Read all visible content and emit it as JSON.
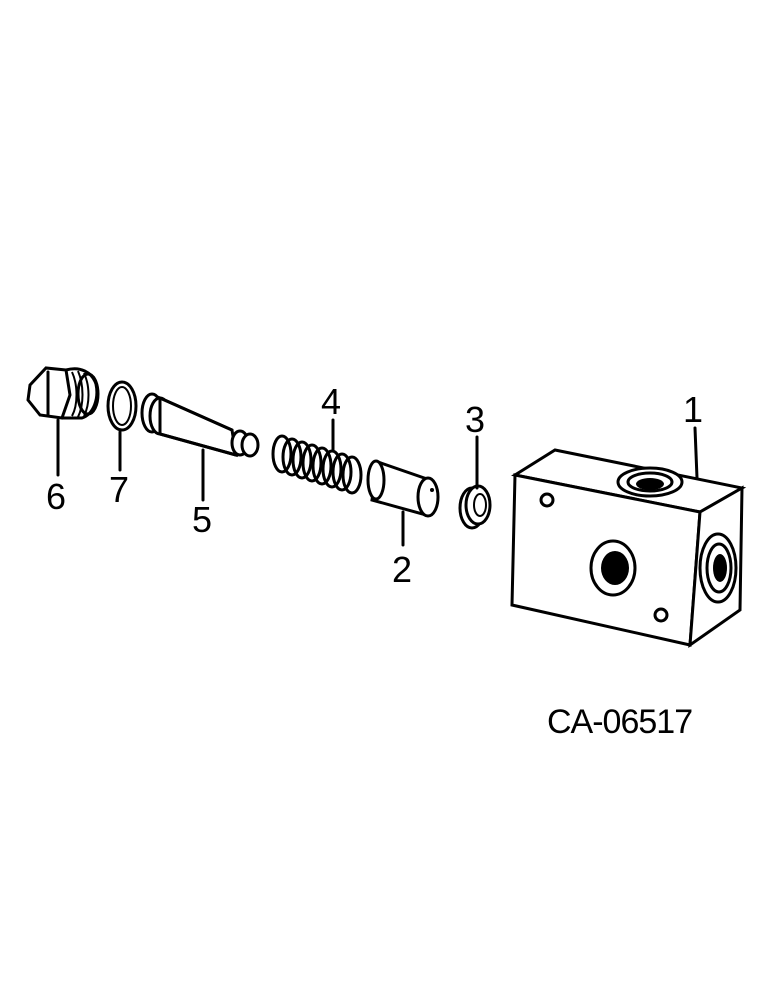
{
  "figure_code": "CA-06517",
  "parts": [
    {
      "id": "block",
      "number": "1"
    },
    {
      "id": "piston",
      "number": "2"
    },
    {
      "id": "seat",
      "number": "3"
    },
    {
      "id": "spring",
      "number": "4"
    },
    {
      "id": "stem",
      "number": "5"
    },
    {
      "id": "plug",
      "number": "6"
    },
    {
      "id": "o-ring",
      "number": "7"
    }
  ]
}
